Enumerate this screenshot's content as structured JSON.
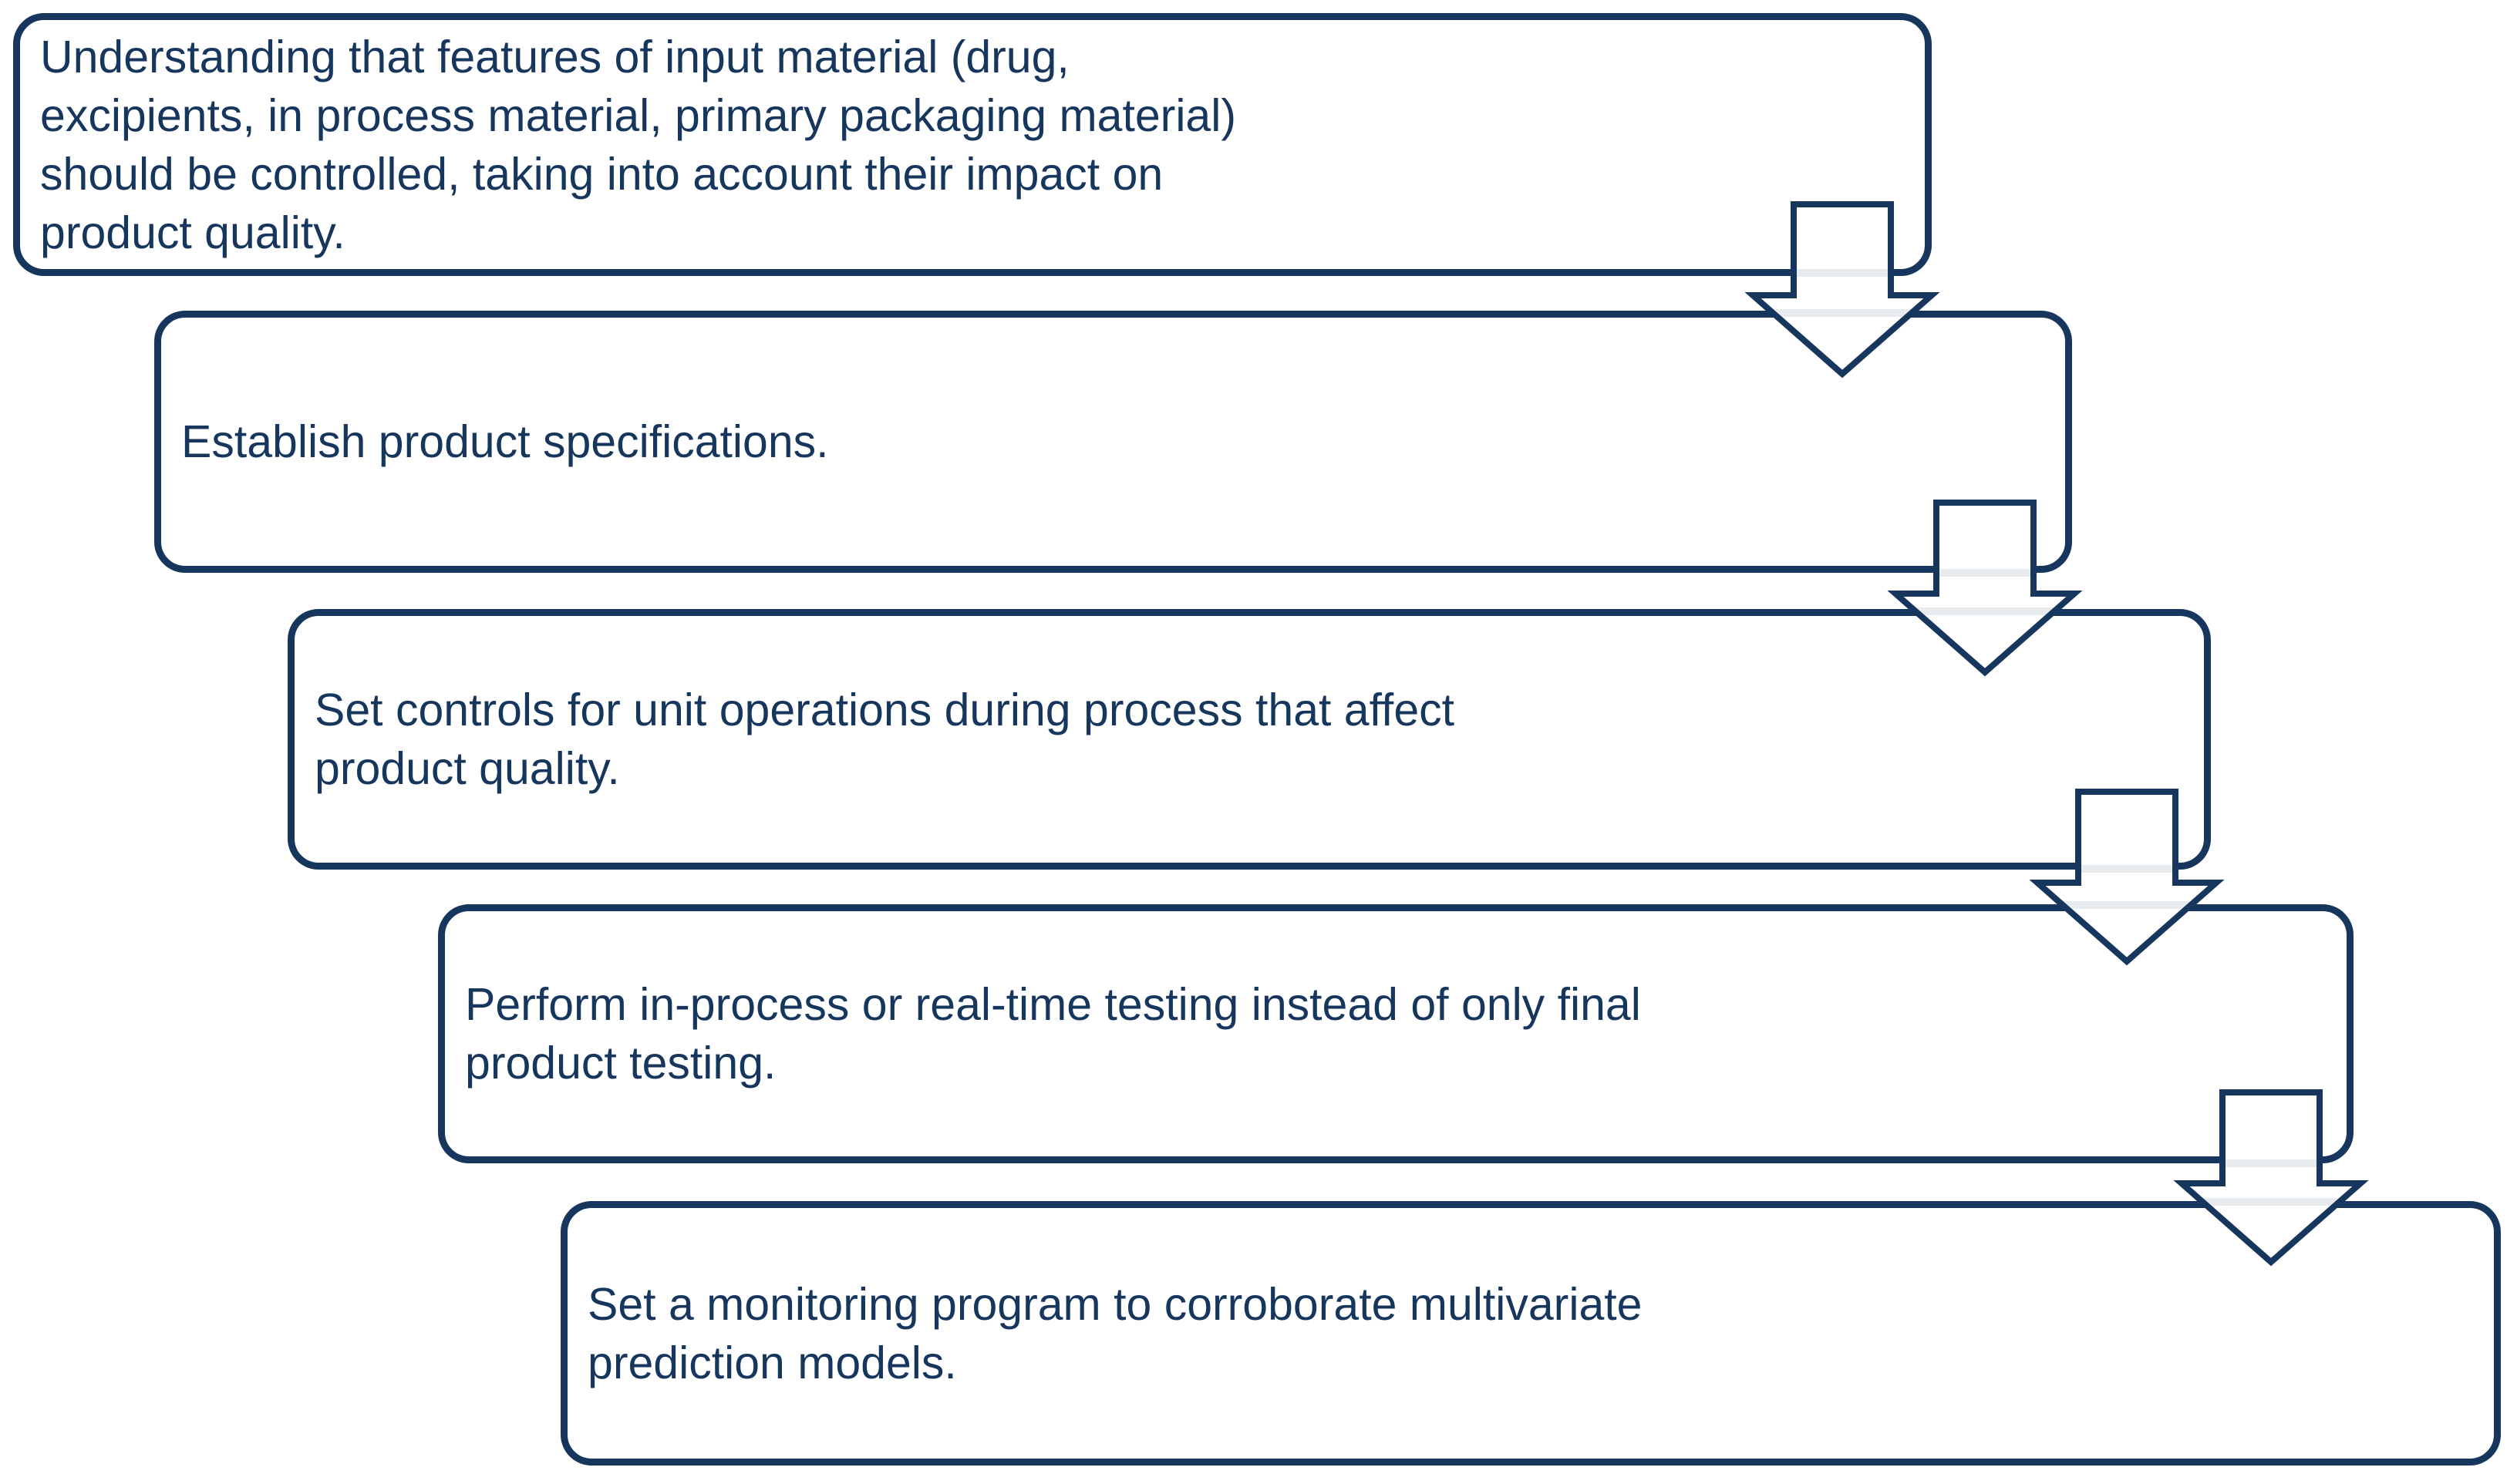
{
  "diagram": {
    "title": "Process control flow (stair-step flowchart)",
    "type": "flowchart",
    "colors": {
      "accent": "#17365d",
      "box_fill": "#ffffff",
      "background": "#ffffff",
      "faint_border_through_arrow": "#e9ecef"
    },
    "arrows": {
      "icon": "block-down-arrow",
      "count": 4,
      "direction": "down",
      "fill": "#ffffff",
      "outline": "#17365d"
    },
    "boxes": [
      {
        "step": 1,
        "text": "Understanding that features of input material (drug, excipients, in process material, primary packaging material) should be controlled, taking into account their impact on product quality.",
        "lines": [
          "Understanding that features of input material (drug,",
          "excipients, in process material, primary packaging material)",
          "should be controlled, taking into account their impact on",
          "product quality."
        ]
      },
      {
        "step": 2,
        "text": "Establish product specifications.",
        "lines": [
          "Establish product specifications."
        ]
      },
      {
        "step": 3,
        "text": "Set controls for unit operations during process that affect product quality.",
        "lines": [
          "Set controls for unit operations during process that affect",
          "product quality."
        ]
      },
      {
        "step": 4,
        "text": "Perform in-process or real-time testing instead of only final product testing.",
        "lines": [
          "Perform in-process or real-time testing instead of only final",
          "product testing."
        ]
      },
      {
        "step": 5,
        "text": "Set a monitoring program to corroborate multivariate prediction models.",
        "lines": [
          "Set a monitoring program to corroborate multivariate",
          "prediction models."
        ]
      }
    ]
  }
}
